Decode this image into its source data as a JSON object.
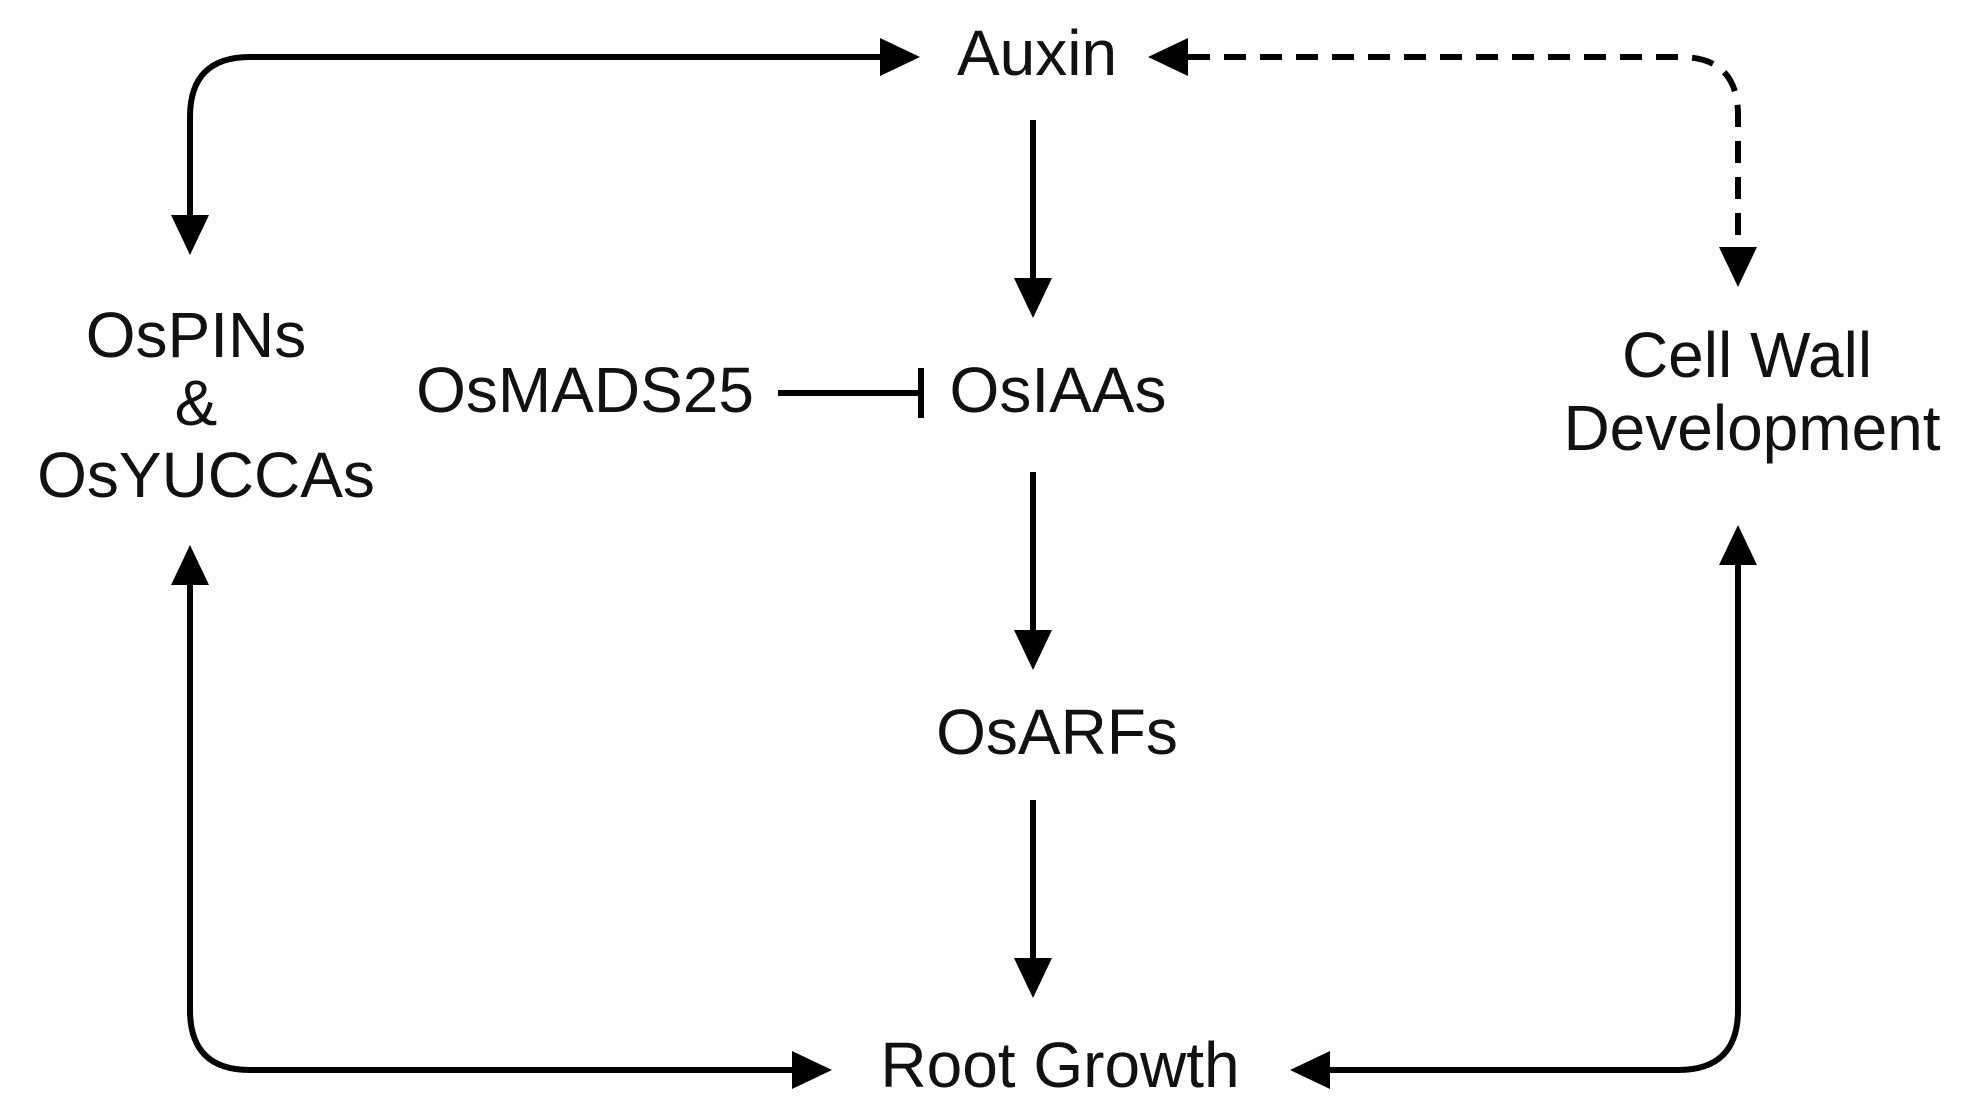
{
  "nodes": {
    "auxin": "Auxin",
    "ospins_line1": "OsPINs",
    "ospins_line2": "&",
    "ospins_line3": "OsYUCCAs",
    "osmads25": "OsMADS25",
    "osiaas": "OsIAAs",
    "osarfs": "OsARFs",
    "cell_wall_line1": "Cell Wall",
    "cell_wall_line2": "Development",
    "root_growth": "Root Growth"
  },
  "colors": {
    "ink": "#000000",
    "text": "#111111",
    "background": "#ffffff"
  }
}
